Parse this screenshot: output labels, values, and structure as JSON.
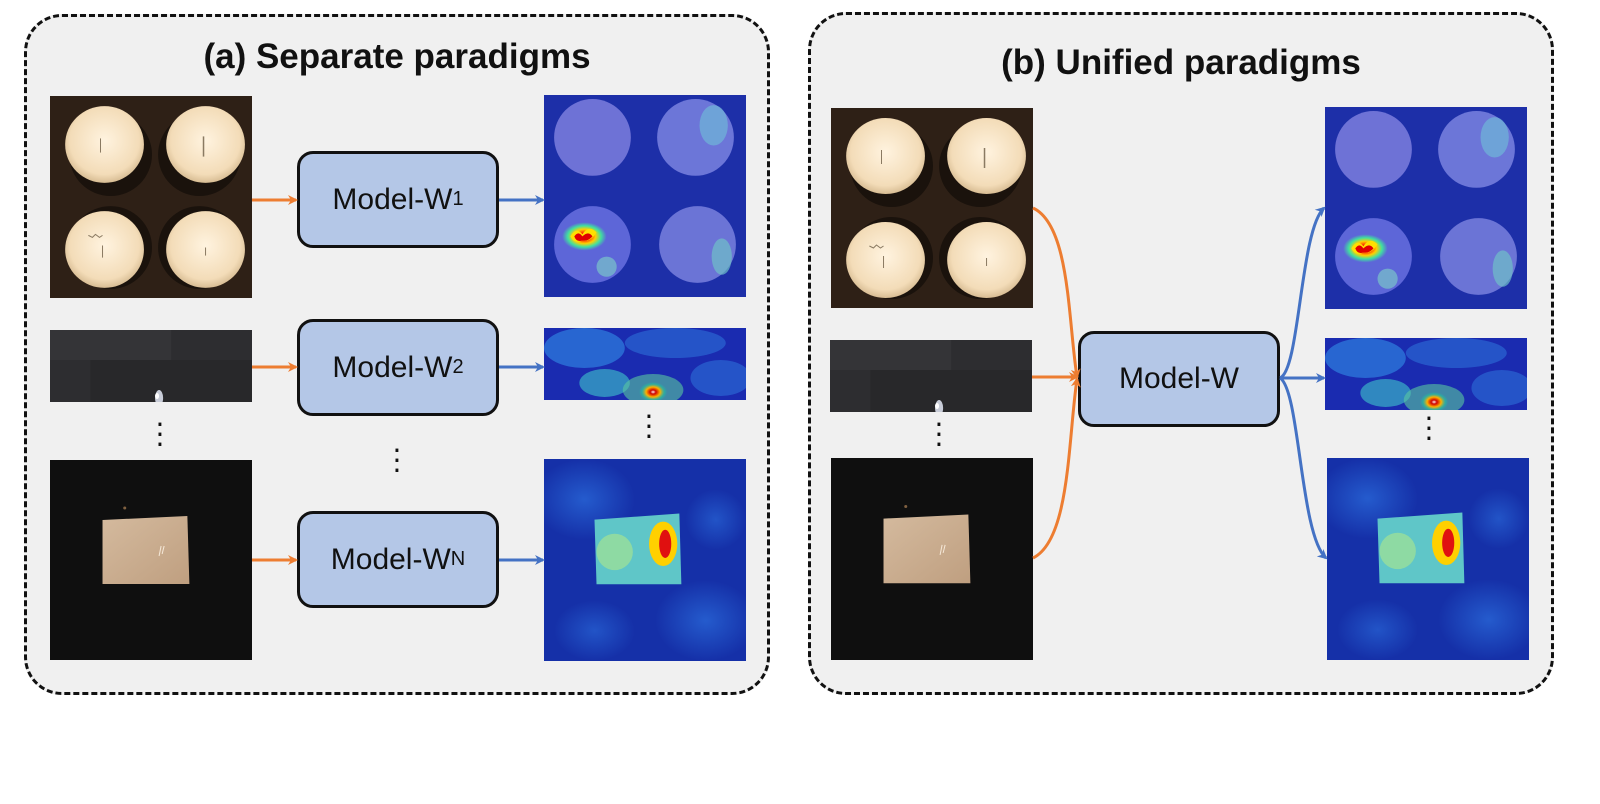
{
  "panel_a": {
    "title": "(a) Separate paradigms",
    "models": [
      {
        "base": "Model-W",
        "sub": "1"
      },
      {
        "base": "Model-W",
        "sub": "2"
      },
      {
        "base": "Model-W",
        "sub": "N"
      }
    ]
  },
  "panel_b": {
    "title": "(b) Unified paradigms",
    "model": {
      "base": "Model-W"
    }
  },
  "colors": {
    "input_arrow": "#ed7d31",
    "output_arrow": "#4472c4",
    "model_fill": "#b4c7e7",
    "panel_fill": "#f0f0f0"
  }
}
